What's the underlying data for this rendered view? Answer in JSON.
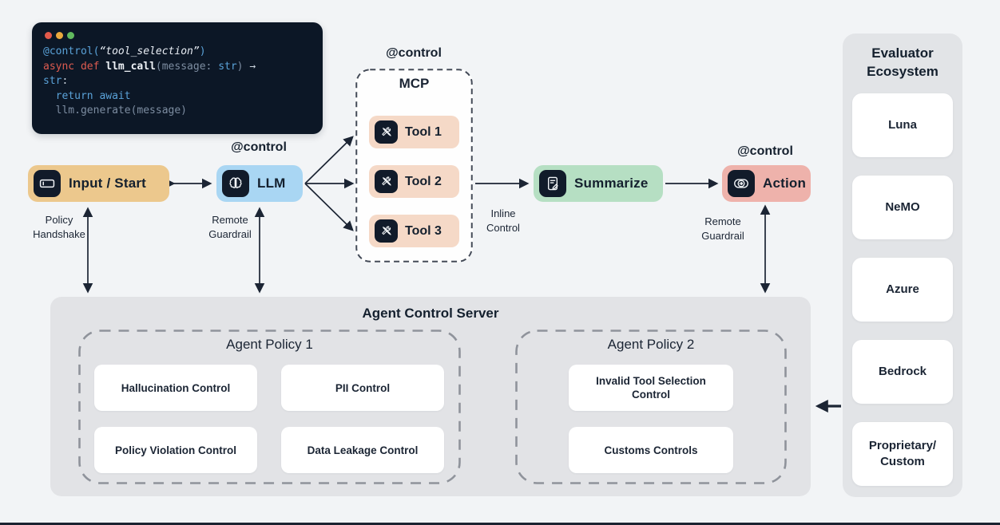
{
  "code_window": {
    "dots": [
      "#e2594a",
      "#e9a83d",
      "#61ba5e"
    ],
    "lines": [
      {
        "segments": [
          {
            "t": "@control(",
            "c": "blue"
          },
          {
            "t": "“tool_selection”",
            "c": "str"
          },
          {
            "t": ")",
            "c": "blue"
          }
        ]
      },
      {
        "segments": [
          {
            "t": "async def ",
            "c": "red"
          },
          {
            "t": "llm_call",
            "c": "fn"
          },
          {
            "t": "(message: ",
            "c": "dim"
          },
          {
            "t": "str",
            "c": "blue"
          },
          {
            "t": ") ",
            "c": "dim"
          },
          {
            "t": "→",
            "c": "plain"
          }
        ]
      },
      {
        "segments": [
          {
            "t": "str",
            "c": "blue"
          },
          {
            "t": ":",
            "c": "plain"
          }
        ]
      },
      {
        "segments": [
          {
            "t": "  return await",
            "c": "blue"
          }
        ]
      },
      {
        "segments": [
          {
            "t": "  llm.generate(message)",
            "c": "dim"
          }
        ]
      }
    ]
  },
  "flow": {
    "control_label": "@control",
    "nodes": {
      "input": {
        "label": "Input / Start",
        "bg": "#ecc88d"
      },
      "llm": {
        "label": "LLM",
        "bg": "#a9d6f3"
      },
      "summarize": {
        "label": "Summarize",
        "bg": "#b6dfc3"
      },
      "action": {
        "label": "Action",
        "bg": "#eeb2ab"
      }
    },
    "mcp": {
      "title": "MCP",
      "tool_bg": "#f5d9c7",
      "tools": [
        {
          "label": "Tool 1"
        },
        {
          "label": "Tool 2"
        },
        {
          "label": "Tool 3"
        }
      ]
    },
    "edge_labels": {
      "policy_handshake": "Policy\nHandshake",
      "remote_guardrail": "Remote\nGuardrail",
      "inline_control": "Inline\nControl"
    }
  },
  "server": {
    "title": "Agent Control Server",
    "policies": [
      {
        "title": "Agent Policy 1",
        "cards": [
          "Hallucination Control",
          "PII Control",
          "Policy Violation Control",
          "Data Leakage Control"
        ]
      },
      {
        "title": "Agent Policy 2",
        "cards": [
          "Invalid Tool Selection\nControl",
          "Customs Controls"
        ]
      }
    ]
  },
  "evaluator": {
    "title": "Evaluator\nEcosystem",
    "items": [
      "Luna",
      "NeMO",
      "Azure",
      "Bedrock",
      "Proprietary/\nCustom"
    ]
  },
  "colors": {
    "background": "#f2f4f6",
    "code_bg": "#0c1726",
    "icon_chip": "#111b2a",
    "input_bg": "#ecc88d",
    "llm_bg": "#a9d6f3",
    "tool_bg": "#f5d9c7",
    "summarize_bg": "#b6dfc3",
    "action_bg": "#eeb2ab",
    "panel_bg": "#e2e3e6",
    "card_bg": "#ffffff",
    "arrow": "#1c2534"
  }
}
